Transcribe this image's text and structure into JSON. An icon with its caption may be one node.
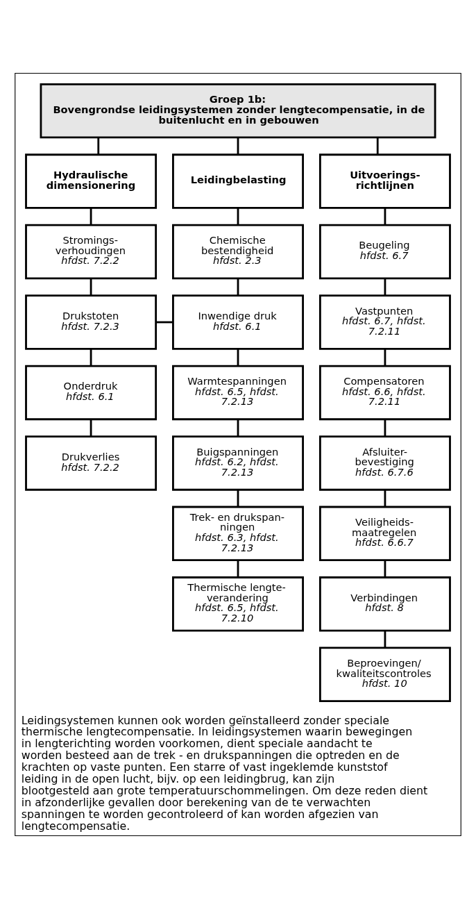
{
  "diagram": {
    "nodes": [
      {
        "text": [
          "Leidingsystemen kunnen ook worden geïnstalleerd zonder speciale thermische lengtecompensatie. In leidingsystemen waarin bewegingen in lengterichting worden voorkomen, dient speciale aandacht te worden besteed aan de trek - en drukspanningen die optreden en de krachten op vaste punten. Een starre of vast ingeklemde kunststof leiding in de open lucht, bijv. op een leidingbrug, kan zijn blootgesteld aan grote temperatuurschommelingen. Om deze reden dient in afzonderlijke gevallen door berekening van de te verwachten spanningen te worden gecontroleerd of kan worden afgezien van lengtecompensatie."
        ]
      },
      {
        "text": [
          "Groep 1b:",
          "Bovengrondse leidingsystemen zonder lengtecompensatie, in de buitenlucht en in gebouwen"
        ],
        "in": 0
      },
      {
        "text": [
          "Hydraulische dimensionering"
        ],
        "in": 0
      },
      {
        "text": [
          "Leidingbelasting"
        ],
        "in": 0
      },
      {
        "text": [
          "Uitvoerings- richtlijnen"
        ],
        "in": 0
      },
      {
        "text": [
          "Stromings- verhoudingen",
          "hfdst. 7.2.2"
        ],
        "in": 0
      },
      {
        "text": [
          "Drukstoten",
          "hfdst. 7.2.3"
        ],
        "in": 0
      },
      {
        "text": [
          "Onderdruk",
          "hfdst. 6.1"
        ],
        "in": 0
      },
      {
        "text": [
          "Drukverlies",
          "hfdst. 7.2.2"
        ],
        "in": 0
      },
      {
        "text": [
          "Chemische bestendigheid",
          "hfdst. 2.3"
        ],
        "in": 0
      },
      {
        "text": [
          "Inwendige druk",
          "hfdst. 6.1"
        ],
        "in": 0
      },
      {
        "text": [
          "Warmtespanningen",
          "hfdst. 6.5, hfdst. 7.2.13"
        ],
        "in": 0
      },
      {
        "text": [
          "Buigspanningen",
          "hfdst. 6.2, hfdst. 7.2.13"
        ],
        "in": 0
      },
      {
        "text": [
          "Trek- en drukspan- ningen",
          "hfdst. 6.3, hfdst. 7.2.13"
        ],
        "in": 0
      },
      {
        "text": [
          "Thermische lengte- verandering",
          "hfdst. 6.5, hfdst. 7.2.10"
        ],
        "in": 0
      },
      {
        "text": [
          "Beugeling",
          "hfdst. 6.7"
        ],
        "in": 0
      },
      {
        "text": [
          "Vastpunten",
          "hfdst. 6.7, hfdst. 7.2.11"
        ],
        "in": 0
      },
      {
        "text": [
          "Compensatoren",
          "hfdst. 6.6, hfdst. 7.2.11"
        ],
        "in": 0
      },
      {
        "text": [
          "Afsluiter- bevestiging",
          "hfdst. 6.7.6"
        ],
        "in": 0
      },
      {
        "text": [
          "Veiligheids- maatregelen",
          "hfdst. 6.6.7"
        ],
        "in": 0
      },
      {
        "text": [
          "Verbindingen",
          "hfdst. 8"
        ],
        "in": 0
      },
      {
        "text": [
          "Beproevingen/ kwaliteitscontroles",
          "hfdst. 10"
        ],
        "in": 0
      }
    ],
    "edges": [
      {
        "from": 1,
        "to": 2,
        "arrow": "none"
      },
      {
        "from": 1,
        "to": 3,
        "arrow": "none"
      },
      {
        "from": 1,
        "to": 4,
        "arrow": "none"
      },
      {
        "from": 2,
        "to": 5,
        "arrow": "none"
      },
      {
        "from": 5,
        "to": 6,
        "arrow": "none"
      },
      {
        "from": 6,
        "to": 7,
        "arrow": "none"
      },
      {
        "from": 7,
        "to": 8,
        "arrow": "none"
      },
      {
        "from": 3,
        "to": 9,
        "arrow": "none"
      },
      {
        "from": 9,
        "to": 10,
        "arrow": "none"
      },
      {
        "from": 10,
        "to": 11,
        "arrow": "none"
      },
      {
        "from": 11,
        "to": 12,
        "arrow": "none"
      },
      {
        "from": 12,
        "to": 13,
        "arrow": "none"
      },
      {
        "from": 13,
        "to": 14,
        "arrow": "none"
      },
      {
        "from": 4,
        "to": 15,
        "arrow": "none"
      },
      {
        "from": 15,
        "to": 16,
        "arrow": "none"
      },
      {
        "from": 16,
        "to": 17,
        "arrow": "none"
      },
      {
        "from": 17,
        "to": 18,
        "arrow": "none"
      },
      {
        "from": 18,
        "to": 19,
        "arrow": "none"
      },
      {
        "from": 19,
        "to": 20,
        "arrow": "none"
      },
      {
        "from": 20,
        "to": 21,
        "arrow": "none"
      },
      {
        "from": 6,
        "to": 10,
        "arrow": "none"
      }
    ]
  }
}
